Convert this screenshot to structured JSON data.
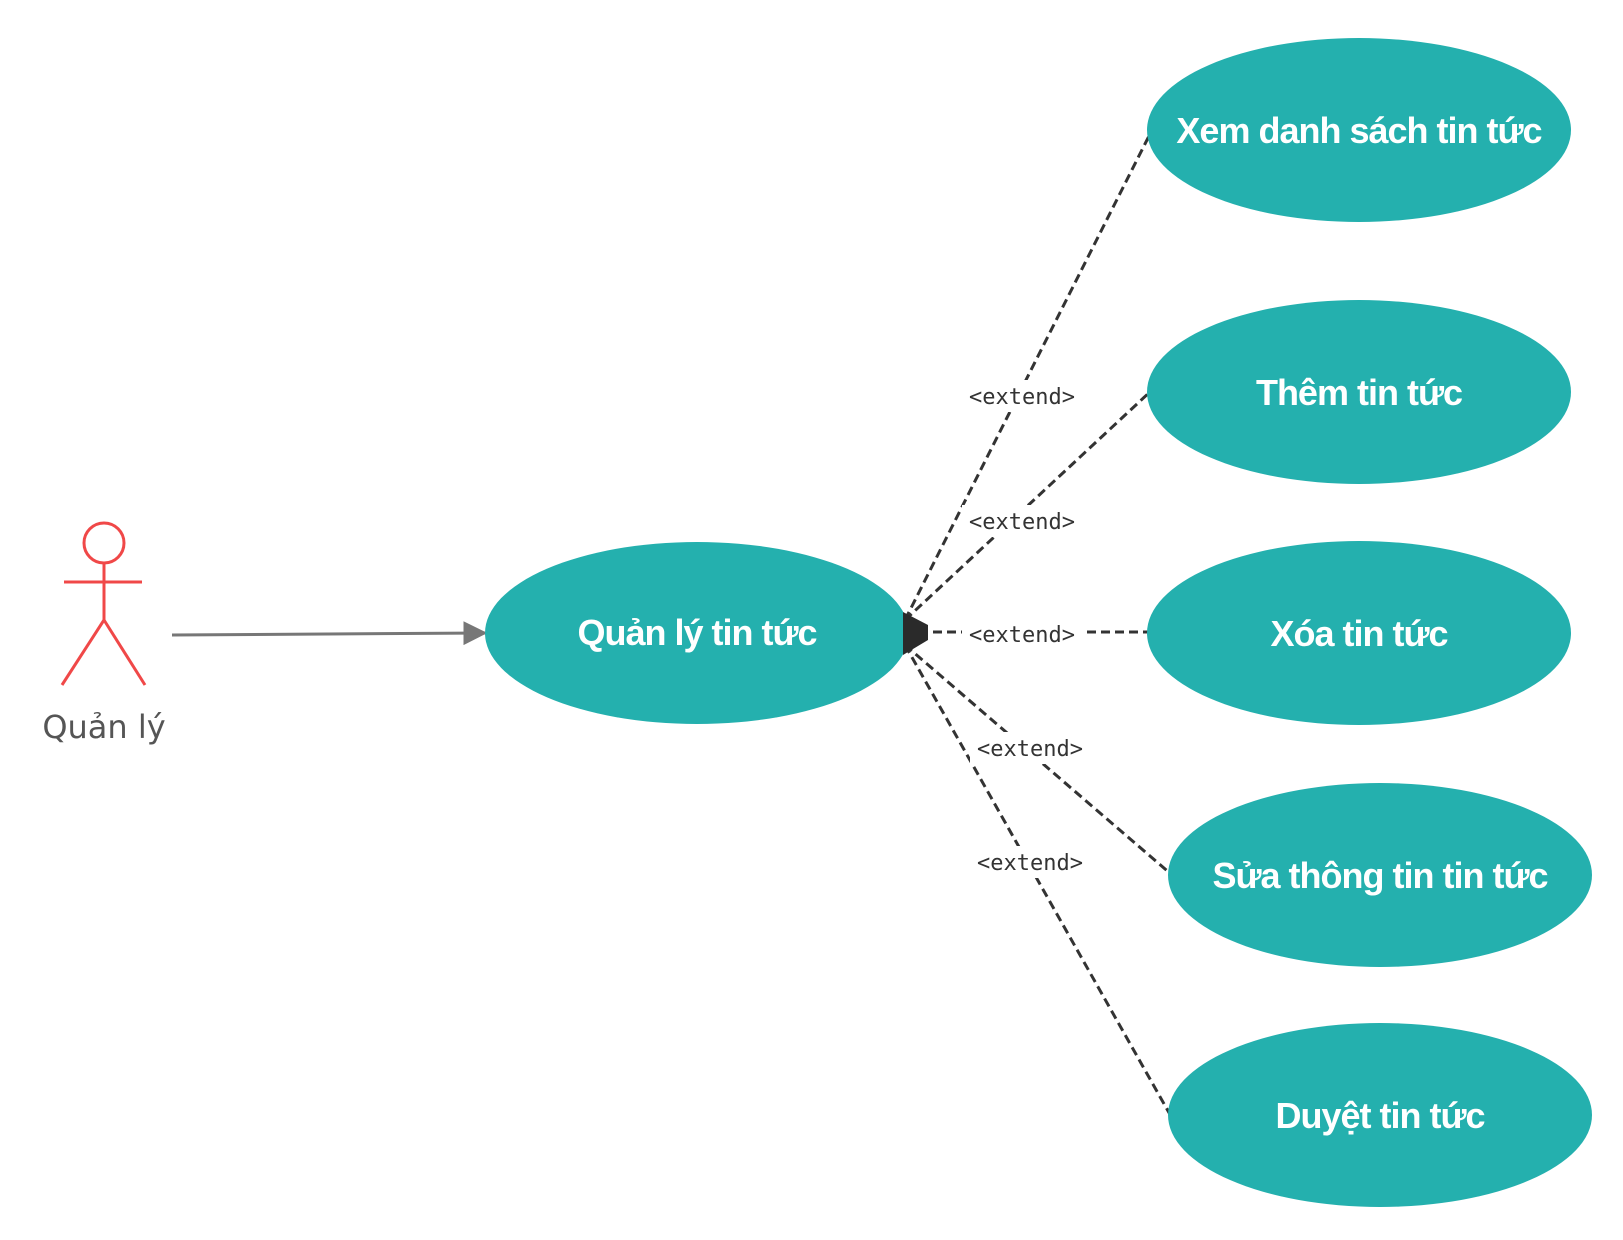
{
  "actor": {
    "label": "Quản lý",
    "color": "#f04848"
  },
  "colors": {
    "use_case_fill": "#24b0ae",
    "use_case_text": "#ffffff",
    "dashed_line": "#333333",
    "association_line": "#777777"
  },
  "main_use_case": {
    "label": "Quản lý tin tức"
  },
  "use_cases": [
    {
      "id": "xem",
      "label": "Xem danh sách tin tức"
    },
    {
      "id": "them",
      "label": "Thêm tin tức"
    },
    {
      "id": "xoa",
      "label": "Xóa tin tức"
    },
    {
      "id": "sua",
      "label": "Sửa thông tin tin tức"
    },
    {
      "id": "duyet",
      "label": "Duyệt tin tức"
    }
  ],
  "relations": [
    {
      "label": "<extend>"
    },
    {
      "label": "<extend>"
    },
    {
      "label": "<extend>"
    },
    {
      "label": "<extend>"
    },
    {
      "label": "<extend>"
    }
  ]
}
